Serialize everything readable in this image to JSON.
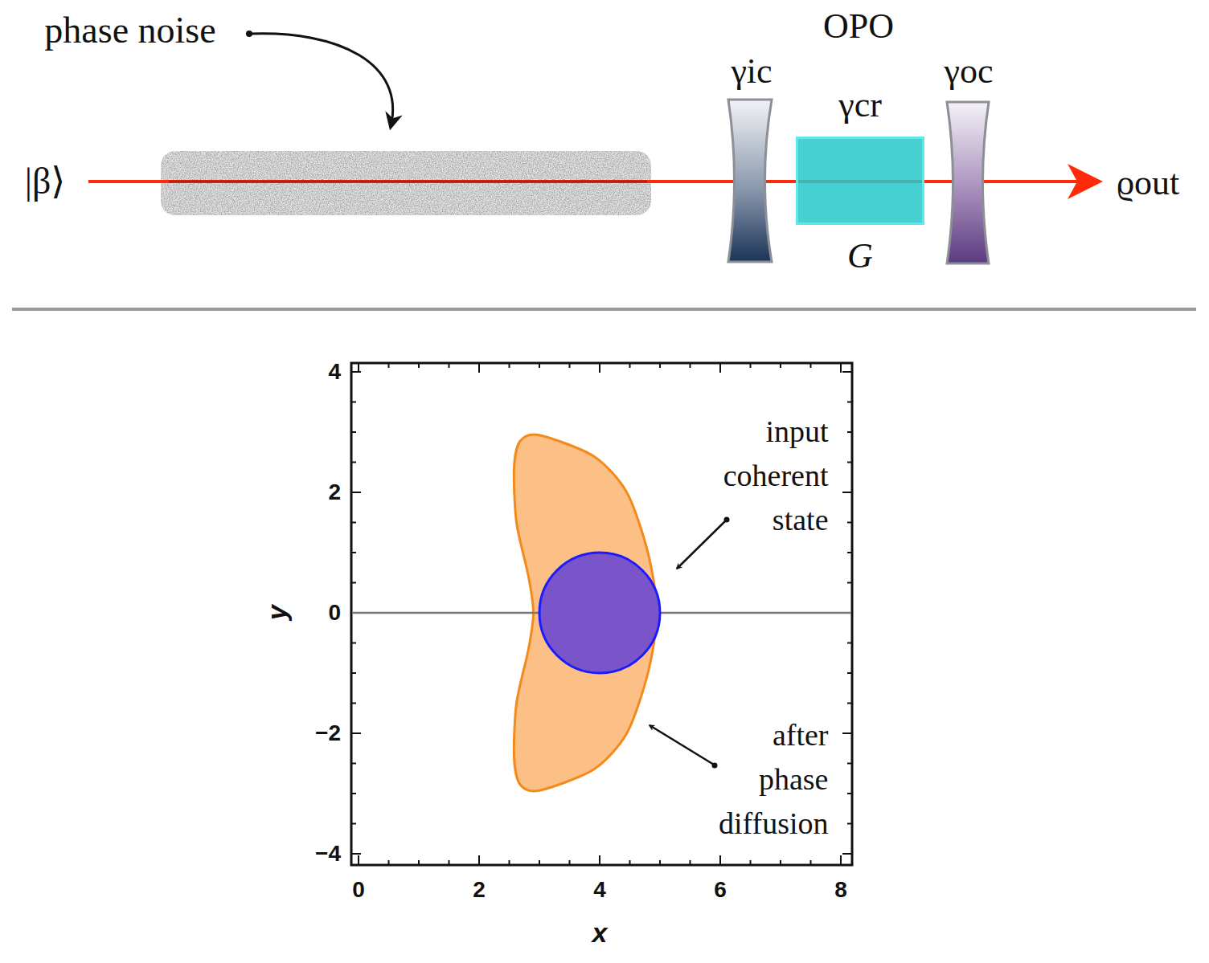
{
  "diagram": {
    "nodes": [
      {
        "text": [
          "γic"
        ]
      },
      {
        "text": [
          "γcr",
          "G"
        ]
      },
      {
        "text": [
          "γoc"
        ]
      }
    ],
    "labels": [
      "phase noise",
      "OPO",
      "|β⟩",
      "ϱout",
      "input coherent state",
      "after phase diffusion",
      "0",
      "2",
      "4",
      "6",
      "8",
      "4",
      "2",
      "0",
      "−2",
      "−4",
      "x",
      "y"
    ]
  }
}
